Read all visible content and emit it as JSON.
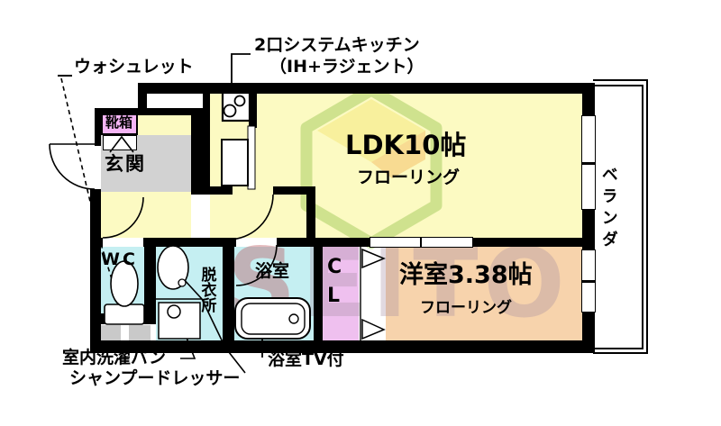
{
  "rooms": {
    "ldk": {
      "label": "LDK10帖",
      "floor_label": "フローリング"
    },
    "western": {
      "label": "洋室3.38帖",
      "floor_label": "フローリング"
    },
    "veranda": {
      "label": "ベランダ"
    },
    "entrance": {
      "label": "玄関"
    },
    "shoe_box": {
      "label": "靴箱"
    },
    "wc": {
      "label": "WC"
    },
    "dressing": {
      "label": "脱衣所"
    },
    "bath": {
      "label": "浴室"
    },
    "closet": {
      "line1": "C",
      "line2": "L"
    }
  },
  "callouts": {
    "washlet": "ウォシュレット",
    "kitchen_line1": "2口システムキッチン",
    "kitchen_line2": "（IH+ラジェント）",
    "laundry_pan": "室内洗濯パン",
    "shampoo_dresser": "シャンプードレッサー",
    "bath_tv": "浴室TV付"
  },
  "watermark": {
    "part1": "S",
    "part2": "EITO"
  },
  "colors": {
    "wall": "#000000",
    "ldk_floor": "#FCFAC2",
    "western_floor": "#F7D3AC",
    "wet_floor": "#C5EFF2",
    "closet_floor": "#EFC0EF",
    "shoe_box": "#F5B5F5",
    "entrance_floor": "#D2D2D2",
    "meter_box": "#C9C9C9",
    "watermark_green": "#86BB3A",
    "watermark_yellow": "#F2E268",
    "watermark_orange": "#EFA23C",
    "watermark_s_red": "rgba(185,75,85,0.38)",
    "watermark_eito_gray": "rgba(165,140,160,0.33)"
  }
}
